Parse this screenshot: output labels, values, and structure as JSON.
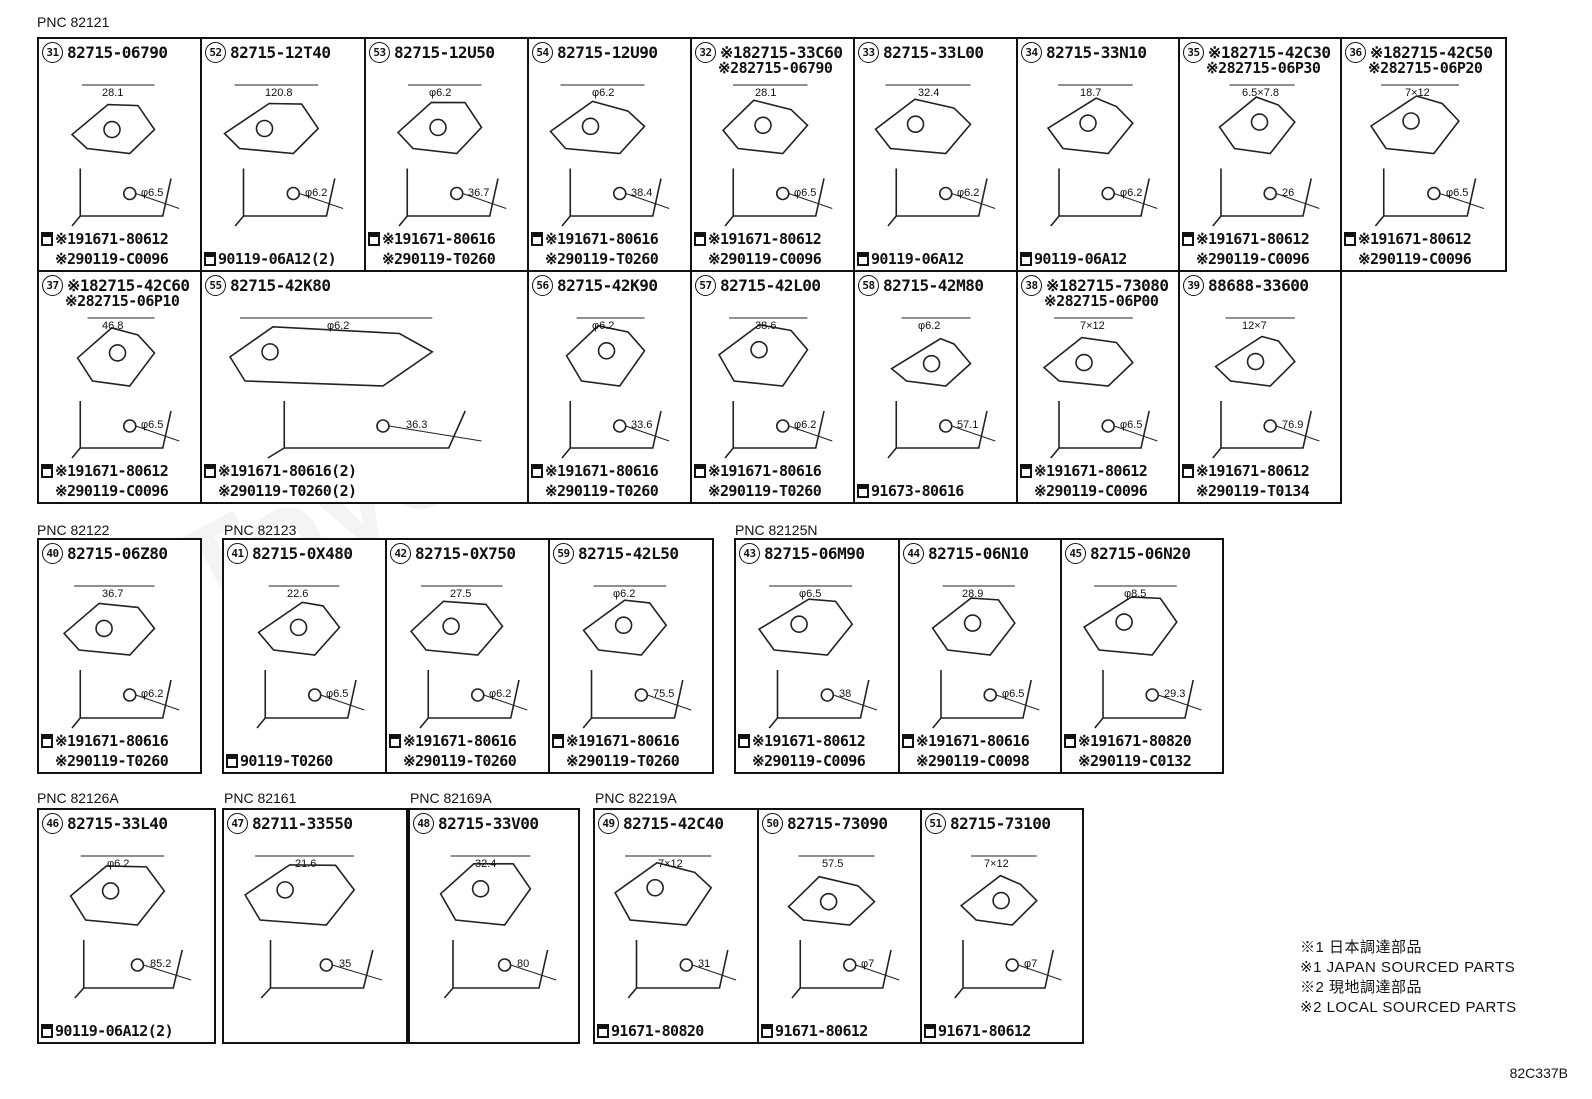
{
  "sections": [
    {
      "pnc": "PNC 82121"
    },
    {
      "pnc": "PNC 82122"
    },
    {
      "pnc": "PNC 82123"
    },
    {
      "pnc": "PNC 82125N"
    },
    {
      "pnc": "PNC 82126A"
    },
    {
      "pnc": "PNC 82161"
    },
    {
      "pnc": "PNC 82169A"
    },
    {
      "pnc": "PNC 82219A"
    }
  ],
  "cells": [
    {
      "num": "31",
      "part": "82715-06790",
      "fasteners": [
        "※191671-80612",
        "※290119-C0096"
      ],
      "dims": [
        "28.1",
        "φ6.5"
      ]
    },
    {
      "num": "52",
      "part": "82715-12T40",
      "fasteners": [
        "90119-06A12(2)"
      ],
      "dims": [
        "120.8",
        "φ6.2"
      ]
    },
    {
      "num": "53",
      "part": "82715-12U50",
      "fasteners": [
        "※191671-80616",
        "※290119-T0260"
      ],
      "dims": [
        "φ6.2",
        "36.7"
      ]
    },
    {
      "num": "54",
      "part": "82715-12U90",
      "fasteners": [
        "※191671-80616",
        "※290119-T0260"
      ],
      "dims": [
        "φ6.2",
        "38.4"
      ]
    },
    {
      "num": "32",
      "part": "※182715-33C60",
      "sub": "※282715-06790",
      "fasteners": [
        "※191671-80612",
        "※290119-C0096"
      ],
      "dims": [
        "28.1",
        "φ6.5"
      ]
    },
    {
      "num": "33",
      "part": "82715-33L00",
      "fasteners": [
        "90119-06A12"
      ],
      "dims": [
        "32.4",
        "φ6.2"
      ]
    },
    {
      "num": "34",
      "part": "82715-33N10",
      "fasteners": [
        "90119-06A12"
      ],
      "dims": [
        "18.7",
        "φ6.2"
      ]
    },
    {
      "num": "35",
      "part": "※182715-42C30",
      "sub": "※282715-06P30",
      "fasteners": [
        "※191671-80612",
        "※290119-C0096"
      ],
      "dims": [
        "6.5×7.8",
        "26"
      ]
    },
    {
      "num": "36",
      "part": "※182715-42C50",
      "sub": "※282715-06P20",
      "fasteners": [
        "※191671-80612",
        "※290119-C0096"
      ],
      "dims": [
        "7×12",
        "φ6.5"
      ]
    },
    {
      "num": "37",
      "part": "※182715-42C60",
      "sub": "※282715-06P10",
      "fasteners": [
        "※191671-80612",
        "※290119-C0096"
      ],
      "dims": [
        "46.8",
        "φ6.5"
      ]
    },
    {
      "num": "55",
      "part": "82715-42K80",
      "fasteners": [
        "※191671-80616(2)",
        "※290119-T0260(2)"
      ],
      "dims": [
        "φ6.2",
        "36.3"
      ]
    },
    {
      "num": "56",
      "part": "82715-42K90",
      "fasteners": [
        "※191671-80616",
        "※290119-T0260"
      ],
      "dims": [
        "φ6.2",
        "33.6"
      ]
    },
    {
      "num": "57",
      "part": "82715-42L00",
      "fasteners": [
        "※191671-80616",
        "※290119-T0260"
      ],
      "dims": [
        "38.6",
        "φ6.2"
      ]
    },
    {
      "num": "58",
      "part": "82715-42M80",
      "fasteners": [
        "91673-80616"
      ],
      "dims": [
        "φ6.2",
        "57.1"
      ]
    },
    {
      "num": "38",
      "part": "※182715-73080",
      "sub": "※282715-06P00",
      "fasteners": [
        "※191671-80612",
        "※290119-C0096"
      ],
      "dims": [
        "7×12",
        "φ6.5"
      ]
    },
    {
      "num": "39",
      "part": "88688-33600",
      "fasteners": [
        "※191671-80612",
        "※290119-T0134"
      ],
      "dims": [
        "12×7",
        "76.9"
      ]
    },
    {
      "num": "40",
      "part": "82715-06Z80",
      "fasteners": [
        "※191671-80616",
        "※290119-T0260"
      ],
      "dims": [
        "36.7",
        "φ6.2"
      ]
    },
    {
      "num": "41",
      "part": "82715-0X480",
      "fasteners": [
        "90119-T0260"
      ],
      "dims": [
        "22.6",
        "φ6.5"
      ]
    },
    {
      "num": "42",
      "part": "82715-0X750",
      "fasteners": [
        "※191671-80616",
        "※290119-T0260"
      ],
      "dims": [
        "27.5",
        "φ6.2"
      ]
    },
    {
      "num": "59",
      "part": "82715-42L50",
      "fasteners": [
        "※191671-80616",
        "※290119-T0260"
      ],
      "dims": [
        "φ6.2",
        "75.5"
      ]
    },
    {
      "num": "43",
      "part": "82715-06M90",
      "fasteners": [
        "※191671-80612",
        "※290119-C0096"
      ],
      "dims": [
        "φ6.5",
        "38"
      ]
    },
    {
      "num": "44",
      "part": "82715-06N10",
      "fasteners": [
        "※191671-80616",
        "※290119-C0098"
      ],
      "dims": [
        "28.9",
        "φ6.5"
      ]
    },
    {
      "num": "45",
      "part": "82715-06N20",
      "fasteners": [
        "※191671-80820",
        "※290119-C0132"
      ],
      "dims": [
        "φ8.5",
        "29.3"
      ]
    },
    {
      "num": "46",
      "part": "82715-33L40",
      "fasteners": [
        "90119-06A12(2)"
      ],
      "dims": [
        "φ6.2",
        "85.2"
      ]
    },
    {
      "num": "47",
      "part": "82711-33550",
      "fasteners": [],
      "dims": [
        "21.6",
        "35"
      ]
    },
    {
      "num": "48",
      "part": "82715-33V00",
      "fasteners": [],
      "dims": [
        "32.4",
        "80"
      ]
    },
    {
      "num": "49",
      "part": "82715-42C40",
      "fasteners": [
        "91671-80820"
      ],
      "dims": [
        "7×12",
        "31"
      ]
    },
    {
      "num": "50",
      "part": "82715-73090",
      "fasteners": [
        "91671-80612"
      ],
      "dims": [
        "57.5",
        "φ7"
      ]
    },
    {
      "num": "51",
      "part": "82715-73100",
      "fasteners": [
        "91671-80612"
      ],
      "dims": [
        "7×12",
        "φ7"
      ]
    }
  ],
  "notes": [
    "※1 日本調達部品",
    "※1 JAPAN SOURCED PARTS",
    "※2 現地調達部品",
    "※2 LOCAL SOURCED PARTS"
  ],
  "diagram_code": "82C337B"
}
